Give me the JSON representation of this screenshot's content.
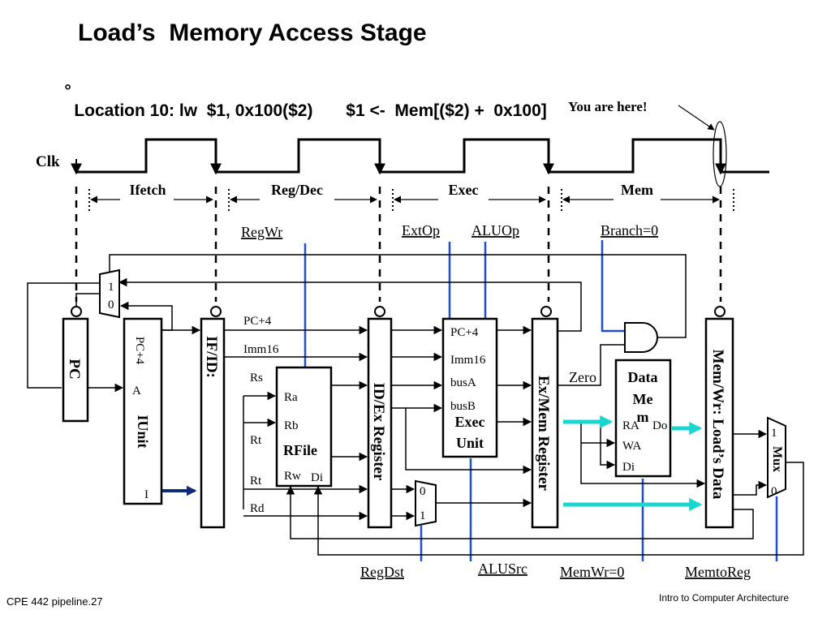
{
  "slide": {
    "title": "Load’s  Memory Access Stage",
    "bullet_mark": "°",
    "bullet_text": "Location 10: lw  $1, 0x100($2)       $1 <-  Mem[($2) +  0x100]",
    "footer_left": "CPE 442 pipeline.27",
    "footer_right": "Intro to Computer Architecture"
  },
  "timing": {
    "clk_label": "Clk",
    "you_are_here": "You are here!",
    "stages": [
      "Ifetch",
      "Reg/Dec",
      "Exec",
      "Mem"
    ]
  },
  "control": {
    "regwr": "RegWr",
    "extop": "ExtOp",
    "aluop": "ALUOp",
    "branch": "Branch=0",
    "regdst": "RegDst",
    "alusrc": "ALUSrc",
    "memwr": "MemWr=0",
    "memtoreg": "MemtoReg"
  },
  "datapath": {
    "pc": "PC",
    "iunit_pc4": "PC+4",
    "iunit_a": "A",
    "iunit_name": "IUnit",
    "iunit_i": "I",
    "ifid": "IF/ID:",
    "idex": "ID/Ex Register",
    "exmem": "Ex/Mem Register",
    "memwr_reg": "Mem/Wr: Load’s Data",
    "pc4_bus": "PC+4",
    "imm16_bus": "Imm16",
    "rs": "Rs",
    "rt1": "Rt",
    "rt2": "Rt",
    "rd": "Rd",
    "rfile_ra": "Ra",
    "rfile_rb": "Rb",
    "rfile_name": "RFile",
    "rfile_rw": "Rw",
    "rfile_di": "Di",
    "exec_pc4": "PC+4",
    "exec_imm16": "Imm16",
    "exec_busa": "busA",
    "exec_busb": "busB",
    "exec_name1": "Exec",
    "exec_name2": "Unit",
    "mux_top_1": "1",
    "mux_top_0": "0",
    "mux_dst_0": "0",
    "mux_dst_1": "1",
    "zero": "Zero",
    "dmem_name1": "Data",
    "dmem_name2": "Me",
    "dmem_name3": "m",
    "dmem_ra": "RA",
    "dmem_do": "Do",
    "dmem_wa": "WA",
    "dmem_di": "Di",
    "mux_wb_1": "1",
    "mux_wb_name": "Mux",
    "mux_wb_0": "0"
  },
  "colors": {
    "control_line": "#1f4fd0",
    "highlight_arrow": "#19d6cf",
    "iunit_arrow": "#0f2a7a"
  }
}
